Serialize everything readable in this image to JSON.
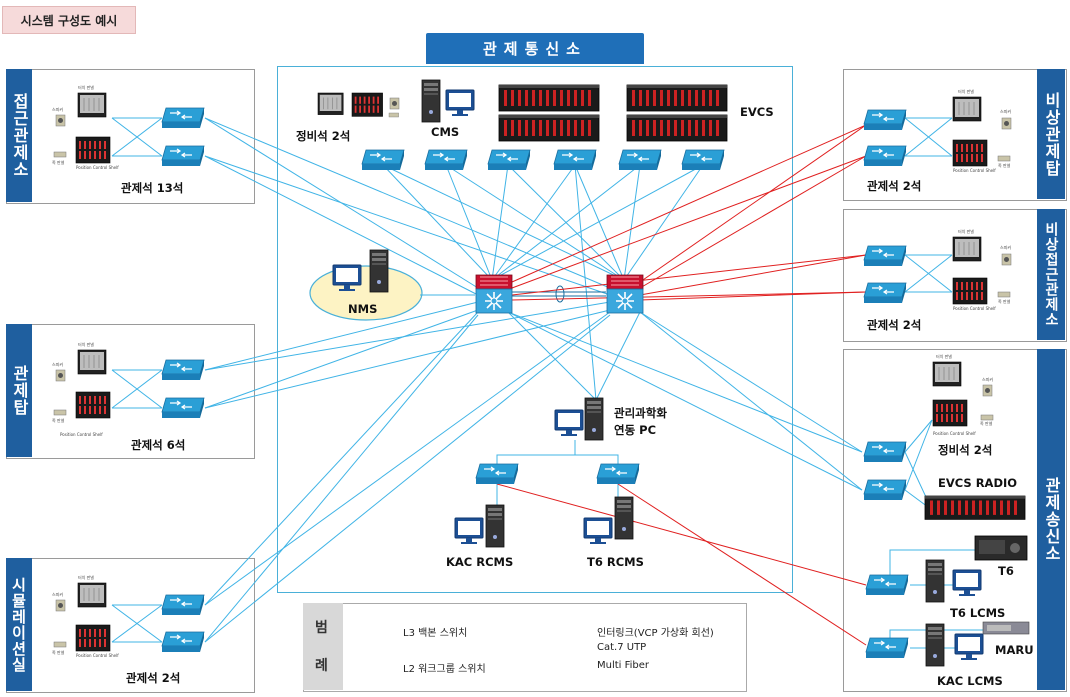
{
  "title": "시스템 구성도 예시",
  "center": {
    "header": "관제통신소",
    "maintenance_label": "정비석 2석",
    "cms_label": "CMS",
    "evcs_label": "EVCS",
    "nms_label": "NMS",
    "mgmt_pc_label_1": "관리과학화",
    "mgmt_pc_label_2": "연동 PC",
    "kac_rcms_label": "KAC RCMS",
    "t6_rcms_label": "T6 RCMS"
  },
  "left_sites": [
    {
      "name": "접근관제소",
      "caption": "관제석 13석"
    },
    {
      "name": "관제탑",
      "caption": "관제석 6석"
    },
    {
      "name": "시뮬레이션실",
      "caption": "관제석 2석"
    }
  ],
  "right_sites": [
    {
      "name": "비상관제탑",
      "caption": "관제석 2석"
    },
    {
      "name": "비상접근관제소",
      "caption": "관제석 2석"
    },
    {
      "name": "관제송신소",
      "caption": "정비석 2석"
    }
  ],
  "transmit_site": {
    "evcs_radio": "EVCS RADIO",
    "t6": "T6",
    "t6_lcms": "T6 LCMS",
    "maru": "MARU",
    "kac_lcms": "KAC LCMS"
  },
  "mini_labels": {
    "touch_panel": "터치 판넬",
    "speaker": "스피커",
    "foot_switch": "족 판넬",
    "position_control_shelf": "Position Control Shelf",
    "maint_touch": "터치 판넬"
  },
  "legend": {
    "title_1": "범",
    "title_2": "례",
    "l3_switch": "L3 백본 스위치",
    "l2_switch": "L2 워크그룹 스위치",
    "interlink": "인터링크(VCP 가상화 회선)",
    "utp": "Cat.7 UTP",
    "fiber": "Multi Fiber"
  },
  "colors": {
    "utp": "#40b4e6",
    "fiber": "#e02020",
    "site_label_bg": "#1f5f9f",
    "center_header_bg": "#1f6fb8",
    "center_border": "#4ab0d8",
    "nms_ellipse": "#fdf3c4",
    "l3_switch": "#c8102e"
  }
}
